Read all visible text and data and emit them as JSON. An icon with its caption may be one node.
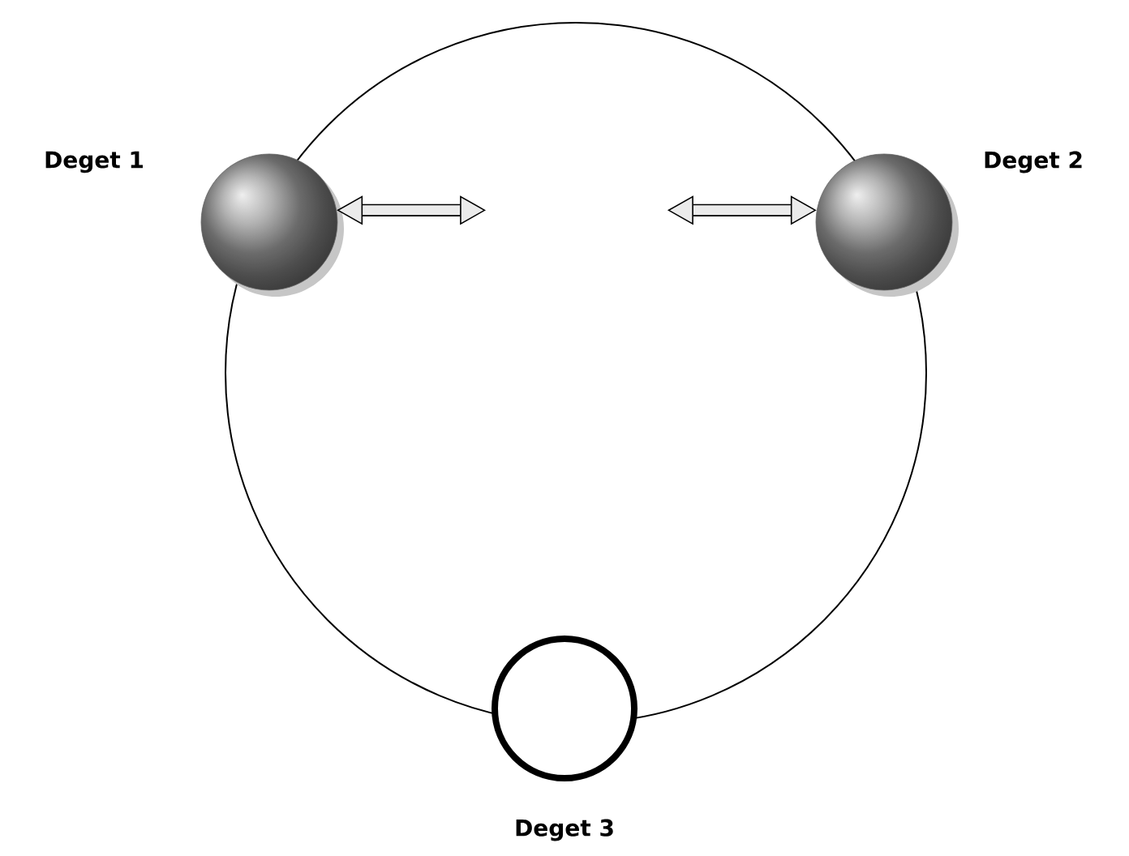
{
  "diagram": {
    "nodes": [
      {
        "text": [
          "Deget 1"
        ]
      },
      {
        "text": [
          "Deget 2"
        ]
      },
      {
        "text": [
          "Deget 3"
        ]
      }
    ],
    "edges": [
      {
        "from": 0,
        "to": null,
        "arrow": "both"
      },
      {
        "from": 1,
        "to": null,
        "arrow": "both"
      }
    ]
  }
}
